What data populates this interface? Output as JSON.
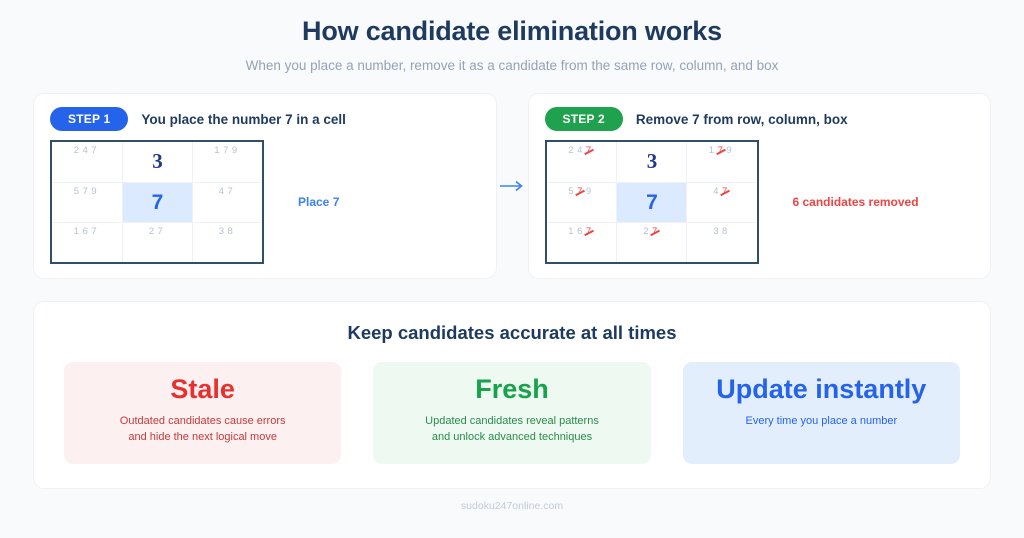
{
  "header": {
    "title": "How candidate elimination works",
    "subtitle": "When you place a number, remove it as a candidate from the same row, column, and box"
  },
  "steps": [
    {
      "badge": "STEP 1",
      "badge_color": "#2563eb",
      "title": "You place the number 7 in a cell",
      "note": "Place 7",
      "note_color": "#3b82f6",
      "grid": [
        [
          {
            "candidates": [
              "2",
              "4",
              "7"
            ],
            "removed": [],
            "value": ""
          },
          {
            "candidates": [],
            "removed": [],
            "value": "3",
            "value_style": "navy"
          },
          {
            "candidates": [
              "1",
              "7",
              "9"
            ],
            "removed": [],
            "value": ""
          }
        ],
        [
          {
            "candidates": [
              "5",
              "7",
              "9"
            ],
            "removed": [],
            "value": ""
          },
          {
            "candidates": [],
            "removed": [],
            "value": "7",
            "value_style": "blue",
            "highlight": true
          },
          {
            "candidates": [
              "4",
              "7"
            ],
            "removed": [],
            "value": ""
          }
        ],
        [
          {
            "candidates": [
              "1",
              "6",
              "7"
            ],
            "removed": [],
            "value": ""
          },
          {
            "candidates": [
              "2",
              "7"
            ],
            "removed": [],
            "value": ""
          },
          {
            "candidates": [
              "3",
              "8"
            ],
            "removed": [],
            "value": ""
          }
        ]
      ]
    },
    {
      "badge": "STEP 2",
      "badge_color": "#1fa14e",
      "title": "Remove 7 from row, column, box",
      "note": "6 candidates removed",
      "note_color": "#ef4444",
      "grid": [
        [
          {
            "candidates": [
              "2",
              "4",
              "7"
            ],
            "removed": [
              "7"
            ],
            "value": ""
          },
          {
            "candidates": [],
            "removed": [],
            "value": "3",
            "value_style": "navy"
          },
          {
            "candidates": [
              "1",
              "7",
              "9"
            ],
            "removed": [
              "7"
            ],
            "value": ""
          }
        ],
        [
          {
            "candidates": [
              "5",
              "7",
              "9"
            ],
            "removed": [
              "7"
            ],
            "value": ""
          },
          {
            "candidates": [],
            "removed": [],
            "value": "7",
            "value_style": "blue",
            "highlight": true
          },
          {
            "candidates": [
              "4",
              "7"
            ],
            "removed": [
              "7"
            ],
            "value": ""
          }
        ],
        [
          {
            "candidates": [
              "1",
              "6",
              "7"
            ],
            "removed": [
              "7"
            ],
            "value": ""
          },
          {
            "candidates": [
              "2",
              "7"
            ],
            "removed": [
              "7"
            ],
            "value": ""
          },
          {
            "candidates": [
              "3",
              "8"
            ],
            "removed": [],
            "value": ""
          }
        ]
      ]
    }
  ],
  "arrow": {
    "icon": "arrow-right-icon",
    "color": "#3b82f6"
  },
  "bottom": {
    "title": "Keep candidates accurate at all times",
    "tiles": [
      {
        "heading": "Stale",
        "lines": [
          "Outdated candidates cause errors",
          "and hide the next logical move"
        ],
        "heading_color": "#e8312f",
        "bg": "#fdf0f0"
      },
      {
        "heading": "Fresh",
        "lines": [
          "Updated candidates reveal patterns",
          "and unlock advanced techniques"
        ],
        "heading_color": "#16a34a",
        "bg": "#eefaf1"
      },
      {
        "heading": "Update instantly",
        "lines": [
          "Every time you place a number"
        ],
        "heading_color": "#2563eb",
        "bg": "#e3eefd"
      }
    ]
  },
  "footer": {
    "text": "sudoku247online.com"
  }
}
